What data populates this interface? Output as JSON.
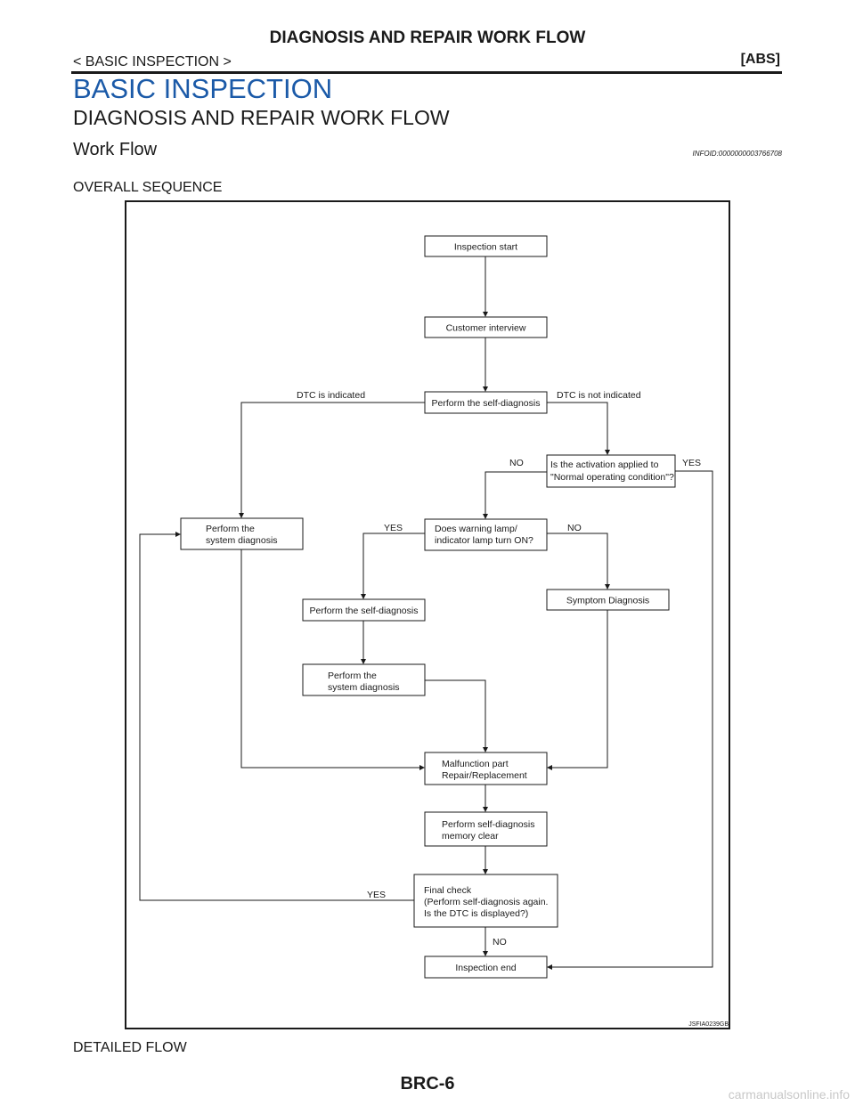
{
  "header": {
    "title": "DIAGNOSIS AND REPAIR WORK FLOW",
    "breadcrumb": "< BASIC INSPECTION >",
    "system": "[ABS]"
  },
  "section_title": "BASIC INSPECTION",
  "subsection_title": "DIAGNOSIS AND REPAIR WORK FLOW",
  "work_flow": {
    "title": "Work Flow",
    "info_id": "INFOID:0000000003766708"
  },
  "overall_sequence_label": "OVERALL SEQUENCE",
  "flowchart": {
    "boxes": {
      "inspection_start": [
        "Inspection start"
      ],
      "customer_interview": [
        "Customer interview"
      ],
      "self_diagnosis_1": [
        "Perform the self-diagnosis"
      ],
      "activation_question": [
        "Is the activation applied to",
        "\"Normal operating condition\"?"
      ],
      "system_diagnosis_1": [
        "Perform the",
        "system diagnosis"
      ],
      "warning_lamp": [
        "Does warning lamp/",
        "indicator lamp turn ON?"
      ],
      "symptom_diagnosis": [
        "Symptom Diagnosis"
      ],
      "self_diagnosis_2": [
        "Perform the self-diagnosis"
      ],
      "system_diagnosis_2": [
        "Perform the",
        "system diagnosis"
      ],
      "malfunction_repair": [
        "Malfunction part",
        "Repair/Replacement"
      ],
      "memory_clear": [
        "Perform self-diagnosis",
        "memory clear"
      ],
      "final_check": [
        "Final check",
        "(Perform self-diagnosis again.",
        "Is the DTC is displayed?)"
      ],
      "inspection_end": [
        "Inspection end"
      ]
    },
    "labels": {
      "dtc_indicated": "DTC is indicated",
      "dtc_not_indicated": "DTC is not indicated",
      "activation_no": "NO",
      "activation_yes": "YES",
      "lamp_yes": "YES",
      "lamp_no": "NO",
      "final_yes": "YES",
      "final_no": "NO"
    },
    "figure_code": "JSFIA0239GB"
  },
  "detailed_flow_label": "DETAILED FLOW",
  "page_number": "BRC-6",
  "watermark": "carmanualsonline.info"
}
